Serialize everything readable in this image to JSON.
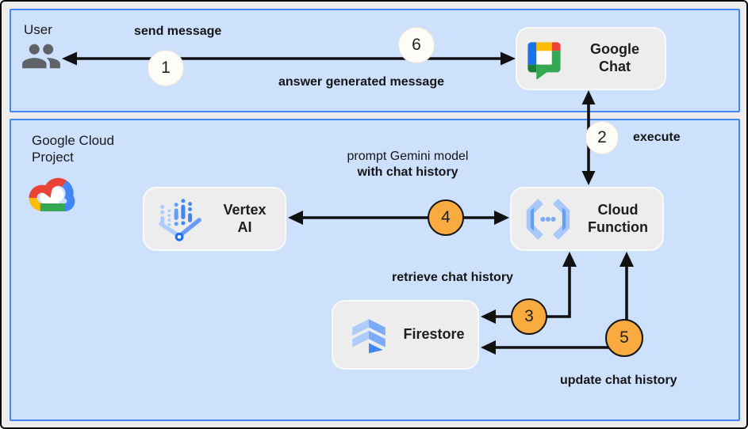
{
  "zones": {
    "user": {
      "label": "User"
    },
    "gcp": {
      "line1": "Google Cloud",
      "line2": "Project"
    }
  },
  "nodes": {
    "google_chat": {
      "line1": "Google",
      "line2": "Chat"
    },
    "vertex_ai": {
      "line1": "Vertex",
      "line2": "AI"
    },
    "cloud_function": {
      "line1": "Cloud",
      "line2": "Function"
    },
    "firestore": {
      "label": "Firestore"
    }
  },
  "edges": {
    "send_message": {
      "label": "send message",
      "step": "1"
    },
    "answer": {
      "label": "answer generated message",
      "step": "6"
    },
    "execute": {
      "label": "execute",
      "step": "2"
    },
    "prompt_gemini": {
      "line1": "prompt Gemini model",
      "line2": "with chat history",
      "step": "4"
    },
    "retrieve_history": {
      "label": "retrieve chat history",
      "step": "3"
    },
    "update_history": {
      "label": "update chat history",
      "step": "5"
    }
  },
  "icons": {
    "user": "people-group-icon",
    "gcp": "google-cloud-logo",
    "google_chat": "google-chat-logo",
    "vertex_ai": "vertex-ai-logo",
    "cloud_function": "cloud-functions-logo",
    "firestore": "firestore-logo"
  },
  "colors": {
    "canvas_margin": "#ececec",
    "zone_fill": "#cee1fc",
    "zone_border": "#4285f4",
    "node_fill": "#ededed",
    "node_border": "#f8f9f9",
    "arrow": "#111111",
    "step_neutral_fill": "#fdfcf7",
    "step_highlight_fill": "#f9ab40",
    "text": "#1f1f1f",
    "icon_gray": "#5f6368",
    "google_blue": "#4285f4",
    "google_red": "#ea4335",
    "google_yellow": "#fbbc04",
    "google_green": "#34a853"
  }
}
